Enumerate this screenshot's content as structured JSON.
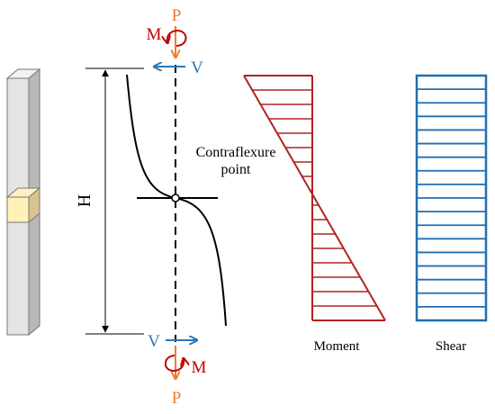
{
  "labels": {
    "force_p": "P",
    "moment_m": "M",
    "shear_v": "V",
    "height_h": "H",
    "contraflexure_line1": "Contraflexure",
    "contraflexure_line2": "point",
    "moment_diagram": "Moment",
    "shear_diagram": "Shear"
  },
  "colors": {
    "axial_force": "#ED7D31",
    "moment": "#C00000",
    "shear": "#2E75B6",
    "moment_diagram": "#B22222",
    "shear_diagram": "#1F6FB2",
    "column_body": "#E4E4E4",
    "column_highlight": "#FFF2B8",
    "line": "#000000"
  },
  "diagrams": {
    "moment_hatch_count": 16,
    "shear_hatch_count": 17
  }
}
